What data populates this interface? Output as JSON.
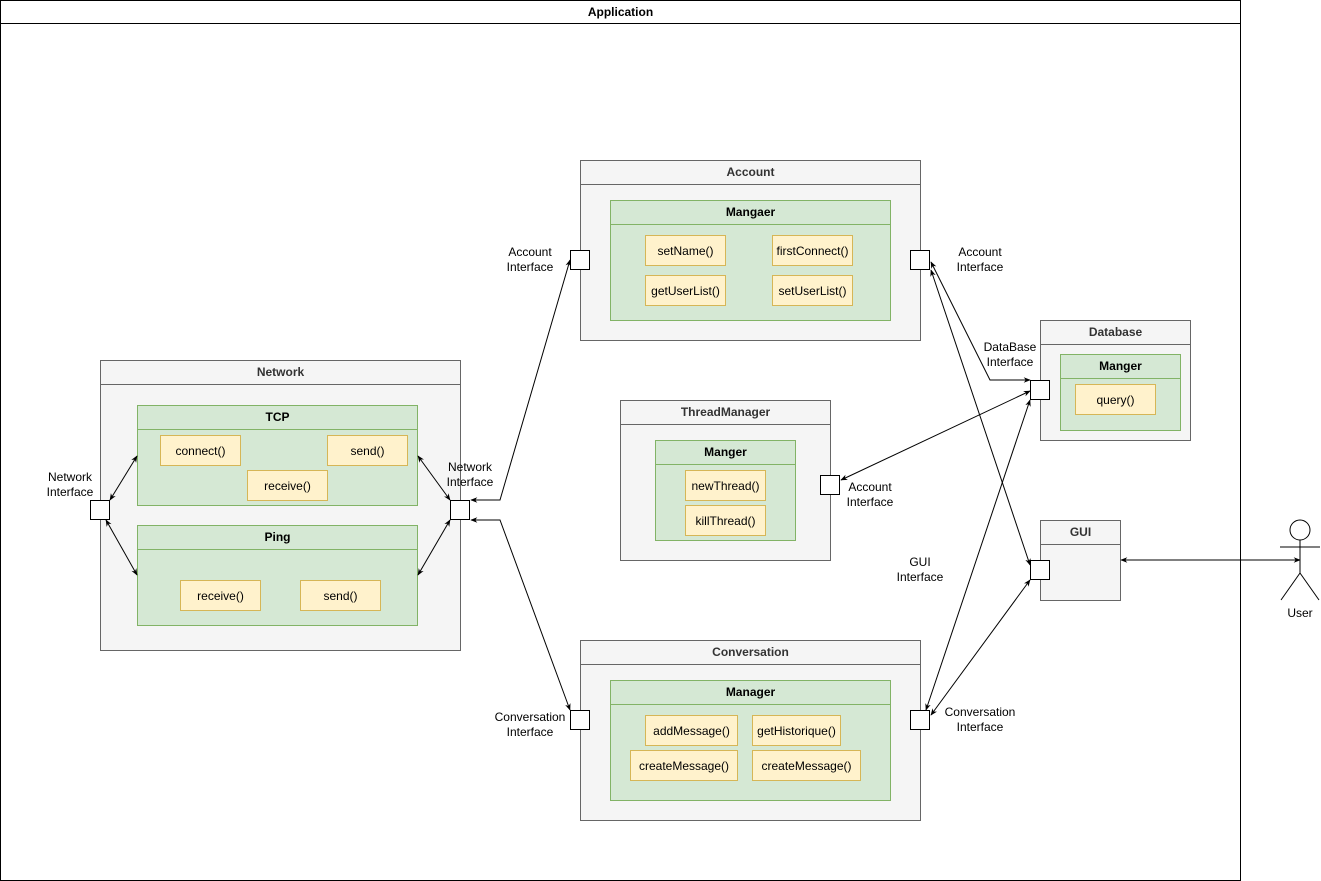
{
  "application": {
    "title": "Application"
  },
  "network": {
    "title": "Network",
    "tcp": {
      "title": "TCP",
      "connect": "connect()",
      "send": "send()",
      "receive": "receive()"
    },
    "ping": {
      "title": "Ping",
      "receive": "receive()",
      "send": "send()"
    },
    "left_interface_label": [
      "Network",
      "Interface"
    ],
    "right_interface_label": [
      "Network",
      "Interface"
    ]
  },
  "account": {
    "title": "Account",
    "manager": {
      "title": "Mangaer",
      "set_name": "setName()",
      "first_connect": "firstConnect()",
      "get_user_list": "getUserList()",
      "set_user_list": "setUserList()"
    },
    "left_interface_label": [
      "Account",
      "Interface"
    ],
    "right_interface_label": [
      "Account",
      "Interface"
    ]
  },
  "thread_manager": {
    "title": "ThreadManager",
    "manager": {
      "title": "Manger",
      "new_thread": "newThread()",
      "kill_thread": "killThread()"
    },
    "interface_label": [
      "Account",
      "Interface"
    ]
  },
  "conversation": {
    "title": "Conversation",
    "manager": {
      "title": "Manager",
      "add_message": "addMessage()",
      "get_historique": "getHistorique()",
      "create_message_1": "createMessage()",
      "create_message_2": "createMessage()"
    },
    "left_interface_label": [
      "Conversation",
      "Interface"
    ],
    "right_interface_label": [
      "Conversation",
      "Interface"
    ]
  },
  "database": {
    "title": "Database",
    "manager": {
      "title": "Manger",
      "query": "query()"
    },
    "interface_label": [
      "DataBase",
      "Interface"
    ]
  },
  "gui": {
    "title": "GUI",
    "interface_label": [
      "GUI",
      "Interface"
    ]
  },
  "actor": {
    "label": "User"
  }
}
